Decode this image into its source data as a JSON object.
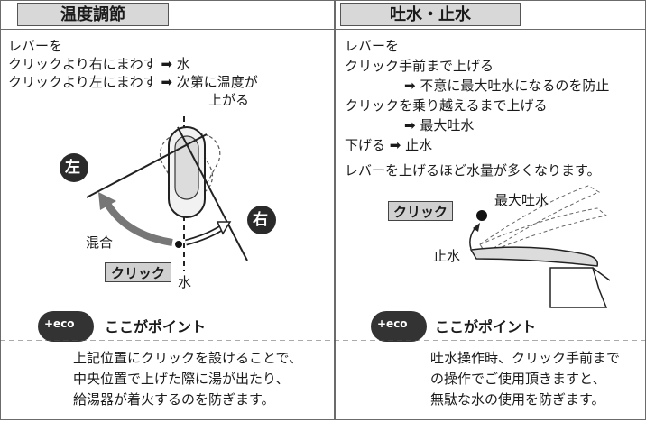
{
  "left": {
    "title": "温度調節",
    "lines": [
      "レバーを",
      "クリックより右にまわす ➡ 水",
      "クリックより左にまわす ➡ 次第に温度が",
      "上がる"
    ],
    "badge_left": "左",
    "badge_right": "右",
    "label_mix": "混合",
    "label_click": "クリック",
    "label_water": "水",
    "eco_badge": "+eco",
    "eco_title": "ここがポイント",
    "note": [
      "上記位置にクリックを設けることで、",
      "中央位置で上げた際に湯が出たり、",
      "給湯器が着火するのを防ぎます。"
    ]
  },
  "right": {
    "title": "吐水・止水",
    "lines": [
      "レバーを",
      "クリック手前まで上げる",
      "➡ 不意に最大吐水になるのを防止",
      "クリックを乗り越えるまで上げる",
      "➡ 最大吐水",
      "下げる ➡ 止水",
      "レバーを上げるほど水量が多くなります。"
    ],
    "label_click": "クリック",
    "label_max": "最大吐水",
    "label_stop": "止水",
    "eco_badge": "+eco",
    "eco_title": "ここがポイント",
    "note": [
      "吐水操作時、クリック手前まで",
      "の操作でご使用頂きますと、",
      "無駄な水の使用を防ぎます。"
    ]
  }
}
